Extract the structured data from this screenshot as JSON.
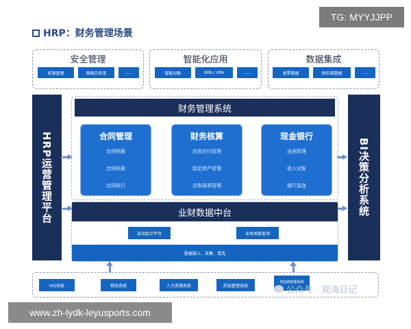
{
  "watermark_top": "TG: MYYJJPP",
  "watermark_bottom": "www.zh-lydk-leyusports.com",
  "title": "HRP：财务管理场景",
  "top_groups": [
    {
      "title": "安全管理",
      "chips": [
        "权限管理",
        "网络白名单",
        "......"
      ]
    },
    {
      "title": "智能化应用",
      "chips": [
        "智能对账",
        "RPA / VPA",
        "......"
      ]
    },
    {
      "title": "数据集成",
      "chips": [
        "发票数据",
        "供应商数据",
        "......"
      ]
    }
  ],
  "left_side": "HRP运营管理平台",
  "right_side": "BI决策分析系统",
  "finance_system": "财务管理系统",
  "modules": [
    {
      "title": "合同管理",
      "items": [
        "合同档案",
        "合同档案",
        "合同执行"
      ]
    },
    {
      "title": "财务核算",
      "items": [
        "应收应付管理",
        "固定资产管理",
        "总账报表管理"
      ]
    },
    {
      "title": "现金银行",
      "items": [
        "出纳管理",
        "收入对账",
        "银行直连"
      ]
    }
  ],
  "data_center": {
    "title": "业财数据中台",
    "buttons": [
      "自动会计平台",
      "业财关联查询"
    ],
    "bar": "数据接入、采集、清洗"
  },
  "bottom_systems": [
    "HIS系统",
    "物流系统",
    "人力资源系统",
    "药品管理系统",
    "供应链管理系统"
  ],
  "wechat_overlay": "公众号 · 观海日记"
}
